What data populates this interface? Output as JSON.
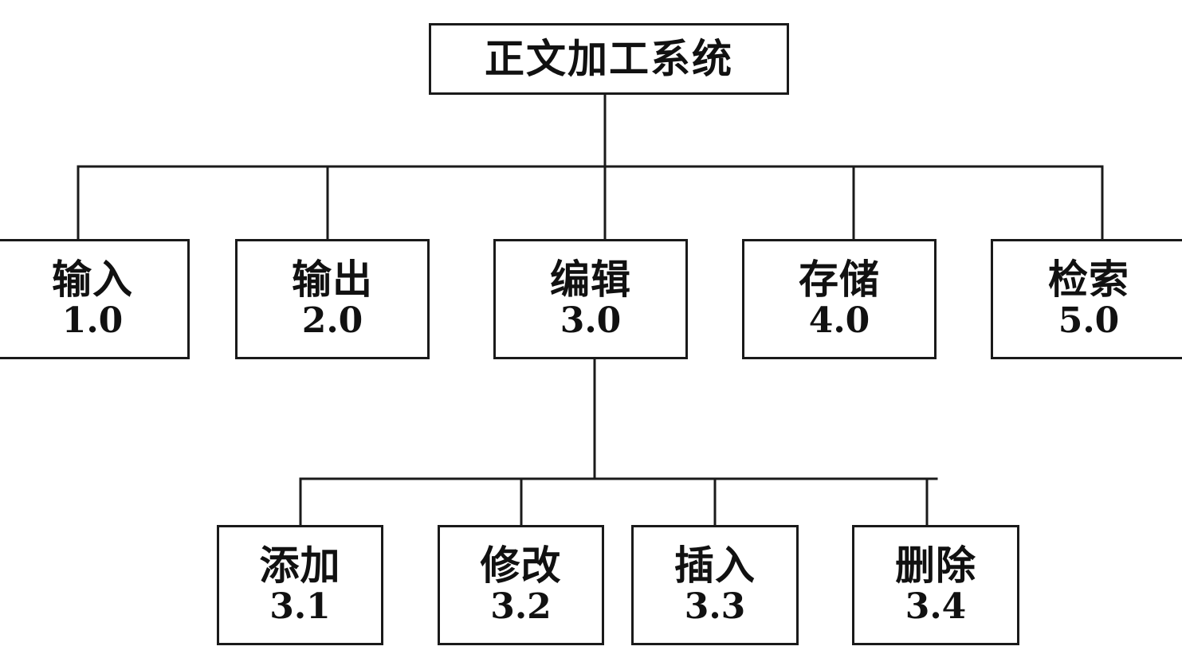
{
  "root": {
    "label": "正文加工系统"
  },
  "modules": [
    {
      "label": "输入",
      "number": "1.0"
    },
    {
      "label": "输出",
      "number": "2.0"
    },
    {
      "label": "编辑",
      "number": "3.0"
    },
    {
      "label": "存储",
      "number": "4.0"
    },
    {
      "label": "检索",
      "number": "5.0"
    }
  ],
  "edit_submodules": [
    {
      "label": "添加",
      "number": "3.1"
    },
    {
      "label": "修改",
      "number": "3.2"
    },
    {
      "label": "插入",
      "number": "3.3"
    },
    {
      "label": "删除",
      "number": "3.4"
    }
  ]
}
